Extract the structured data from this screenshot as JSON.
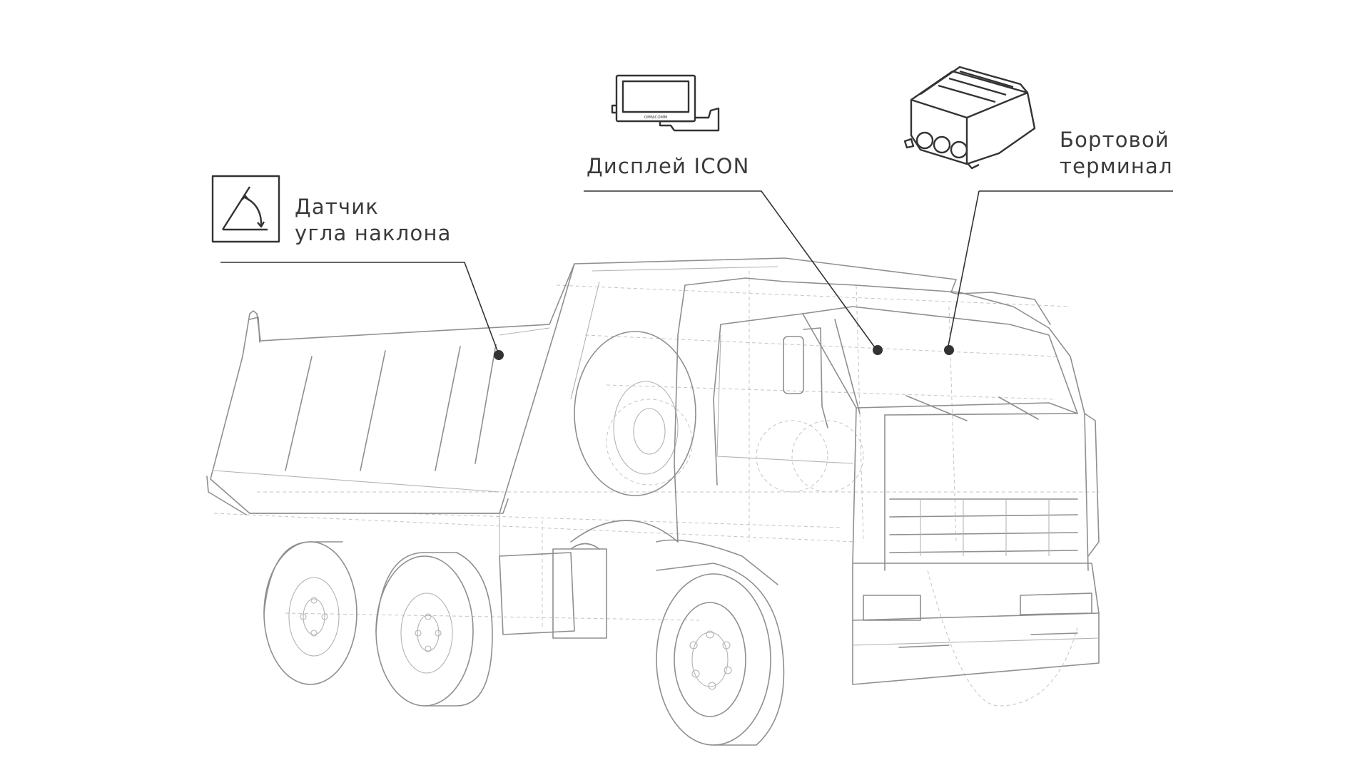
{
  "callouts": {
    "tilt_sensor": {
      "line1": "Датчик",
      "line2": "угла наклона",
      "icon": "tilt-angle-sensor-icon"
    },
    "display": {
      "line1": "Дисплей ICON",
      "icon": "display-icon",
      "brand": "OMNICOMM"
    },
    "terminal": {
      "line1": "Бортовой",
      "line2": "терминал",
      "icon": "onboard-terminal-icon"
    }
  },
  "colors": {
    "text": "#3a3a3a",
    "leader": "#333333",
    "truck_outline": "#8f8f8f",
    "background": "#ffffff"
  }
}
